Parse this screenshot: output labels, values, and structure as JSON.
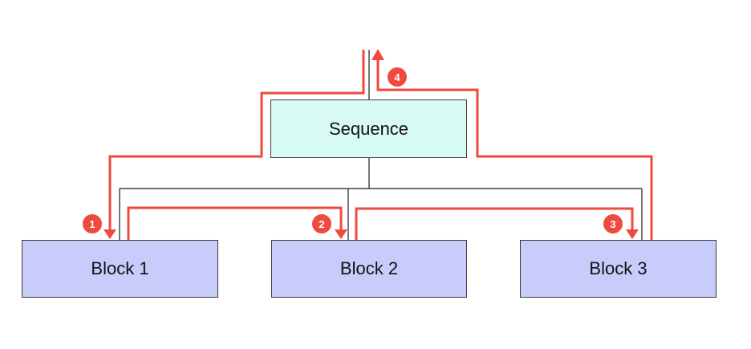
{
  "colors": {
    "sequence_fill": "#d7fbf2",
    "block_fill": "#c8ccfb",
    "box_border": "#3a3a3a",
    "tree_line": "#1a1a1a",
    "flow_line": "#ef4a3e",
    "badge_fill": "#ef4a3e",
    "badge_text": "#ffffff"
  },
  "nodes": {
    "sequence": {
      "label": "Sequence"
    },
    "block1": {
      "label": "Block 1"
    },
    "block2": {
      "label": "Block 2"
    },
    "block3": {
      "label": "Block 3"
    }
  },
  "steps": [
    {
      "number": "1"
    },
    {
      "number": "2"
    },
    {
      "number": "3"
    },
    {
      "number": "4"
    }
  ]
}
